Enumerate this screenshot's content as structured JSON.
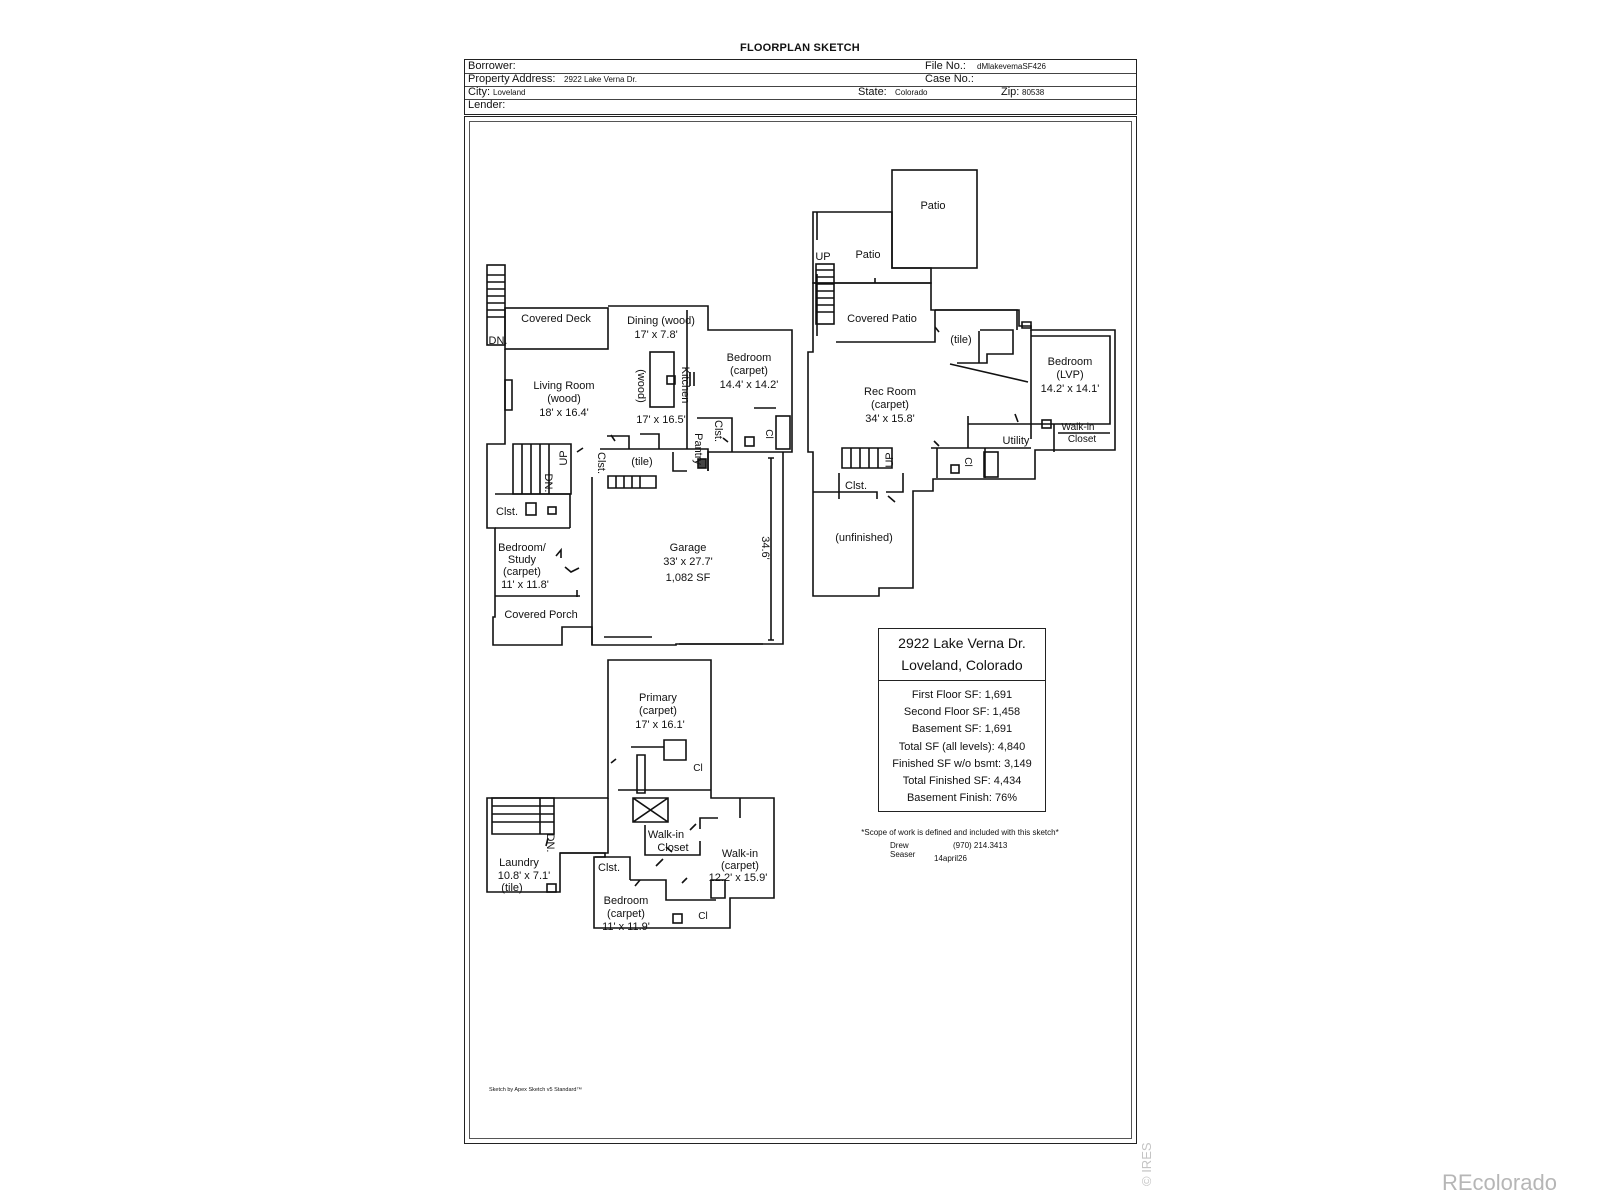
{
  "title": "FLOORPLAN SKETCH",
  "header": {
    "borrower_label": "Borrower:",
    "file_label": "File No.:",
    "file_value": "dMlakevemaSF426",
    "address_label": "Property Address:",
    "address_value": "2922 Lake Verna Dr.",
    "case_label": "Case No.:",
    "city_label": "City:",
    "city_value": "Loveland",
    "state_label": "State:",
    "state_value": "Colorado",
    "zip_label": "Zip:",
    "zip_value": "80538",
    "lender_label": "Lender:"
  },
  "first_floor": {
    "covered_deck": "Covered Deck",
    "dn": "DN.",
    "dining": "Dining  (wood)",
    "dining_size": "17' x 7.8'",
    "bedroom": "Bedroom",
    "bedroom_floor": "(carpet)",
    "bedroom_size": "14.4' x 14.2'",
    "living": "Living Room",
    "living_floor": "(wood)",
    "living_size": "18' x 16.4'",
    "wood": "(wood)",
    "kitchen": "Kitchen",
    "kitchen_size": "17' x 16.5'",
    "pantry": "Pantry",
    "clst": "Clst.",
    "tile": "(tile)",
    "up": "UP",
    "bedroom_study": "Bedroom/",
    "study": "Study",
    "study_floor": "(carpet)",
    "study_size": "11' x 11.8'",
    "garage": "Garage",
    "garage_size": "33' x 27.7'",
    "garage_sf": "1,082 SF",
    "garage_depth": "34.6'",
    "covered_porch": "Covered Porch",
    "cl": "Cl"
  },
  "basement": {
    "patio_top": "Patio",
    "patio": "Patio",
    "up": "UP",
    "covered_patio": "Covered Patio",
    "tile": "(tile)",
    "bedroom": "Bedroom",
    "bedroom_floor": "(LVP)",
    "bedroom_size": "14.2' x 14.1'",
    "rec_room": "Rec Room",
    "rec_floor": "(carpet)",
    "rec_size": "34' x 15.8'",
    "walkin": "Walk-in",
    "closet": "Closet",
    "utility": "Utility",
    "clst": "Clst.",
    "unfinished": "(unfinished)",
    "cl": "Cl"
  },
  "second_floor": {
    "primary": "Primary",
    "primary_floor": "(carpet)",
    "primary_size": "17' x 16.1'",
    "walkin_closet": "Walk-in",
    "closet": "Closet",
    "walkin": "Walk-in",
    "walkin_floor": "(carpet)",
    "walkin_size": "12.2' x 15.9'",
    "laundry": "Laundry",
    "laundry_size": "10.8' x 7.1'",
    "laundry_floor": "(tile)",
    "dn": "DN.",
    "clst": "Clst.",
    "bedroom": "Bedroom",
    "bedroom_floor": "(carpet)",
    "bedroom_size": "11' x 11.9'",
    "cl": "Cl"
  },
  "summary": {
    "address": "2922 Lake Verna Dr.",
    "city": "Loveland, Colorado",
    "first_floor": "First Floor SF: 1,691",
    "second_floor": "Second Floor SF: 1,458",
    "basement": "Basement SF: 1,691",
    "total": "Total SF (all levels): 4,840",
    "finished_wo_bsmt": "Finished SF w/o bsmt: 3,149",
    "total_finished": "Total Finished SF: 4,434",
    "basement_finish": "Basement Finish: 76%"
  },
  "notes": {
    "scope": "*Scope of work is defined and included with this sketch*",
    "author": "Drew Seaser",
    "phone": "(970) 214.3413",
    "date": "14april26",
    "credit": "Sketch by Apex Sketch v5 Standard™"
  },
  "watermarks": {
    "ires": "© IRES",
    "brand": "REcolorado"
  }
}
